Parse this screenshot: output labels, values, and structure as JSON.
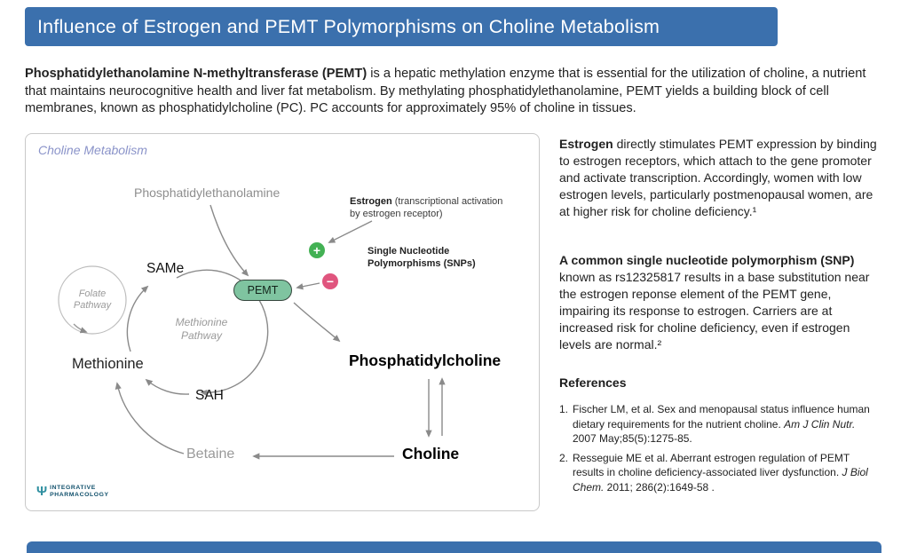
{
  "colors": {
    "header_bar": "#3b70ad",
    "footer_bar": "#3b70ad",
    "diagram_title": "#8a93c9",
    "pemt_fill": "#7fc4a0",
    "plus_icon": "#43b154",
    "minus_icon": "#e0557e",
    "arrow_gray": "#8a8a8a"
  },
  "header": {
    "title": "Influence of Estrogen and PEMT Polymorphisms on Choline Metabolism"
  },
  "intro": {
    "lead": "Phosphatidylethanolamine N-methyltransferase (PEMT)",
    "text": " is a hepatic methylation enzyme that is essential for the utilization of choline, a nutrient that maintains neurocognitive health and liver fat metabolism.  By methylating phosphatidylethanolamine, PEMT yields a building block of cell membranes, known as phosphatidylcholine (PC).  PC accounts for approximately 95% of choline in tissues."
  },
  "diagram": {
    "title": "Choline Metabolism",
    "nodes": {
      "phosphatidylethanolamine": "Phosphatidylethanolamine",
      "same": "SAMe",
      "folate_pathway": "Folate Pathway",
      "pemt": "PEMT",
      "methionine_pathway": "Methionine Pathway",
      "methionine": "Methionine",
      "sah": "SAH",
      "phosphatidylcholine": "Phosphatidylcholine",
      "betaine": "Betaine",
      "choline": "Choline"
    },
    "annotations": {
      "estrogen_lead": "Estrogen",
      "estrogen_rest": " (transcriptional activation by estrogen receptor)",
      "snps": "Single Nucleotide Polymorphisms (SNPs)",
      "plus_symbol": "+",
      "minus_symbol": "−"
    },
    "logo": {
      "glyph": "Ψ",
      "line1": "INTEGRATIVE",
      "line2": "PHARMACOLOGY"
    }
  },
  "sidebar": {
    "para1": {
      "lead": "Estrogen",
      "text": " directly stimulates PEMT expression by binding to estrogen receptors, which attach to the gene promoter and activate transcription. Accordingly, women with low estrogen levels, particularly postmenopausal women, are at higher risk for choline deficiency.¹"
    },
    "para2": {
      "lead": "A common single nucleotide polymorphism (SNP)",
      "text": " known as rs12325817 results in a base substitution near the estrogen reponse element of the PEMT gene, impairing its response to estrogen.  Carriers are at increased risk for choline deficiency, even if estrogen levels are normal.²"
    },
    "references_heading": "References",
    "references": [
      {
        "num": "1.",
        "pre": "Fischer LM, et al. Sex and menopausal status influence human dietary requirements for the nutrient choline.  ",
        "journal": "Am J Clin Nutr.",
        "post": " 2007 May;85(5):1275-85."
      },
      {
        "num": "2.",
        "pre": "Resseguie ME et al. Aberrant  estrogen regulation of PEMT results in choline deficiency-associated liver dysfunction. ",
        "journal": "J Biol Chem.",
        "post": " 2011; 286(2):1649-58 ."
      }
    ]
  }
}
